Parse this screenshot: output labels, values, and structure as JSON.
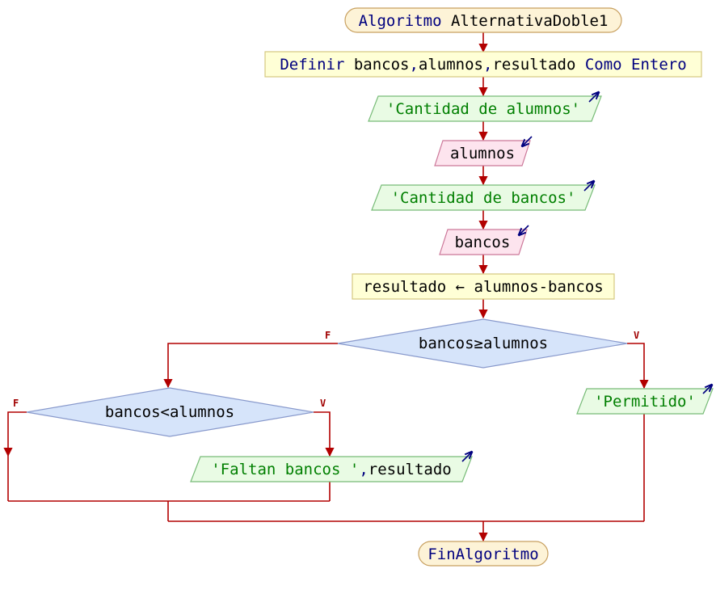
{
  "colors": {
    "line": "#b20000",
    "terminal_fill": "#fdf3d7",
    "terminal_stroke": "#c8a060",
    "process_fill": "#ffffd6",
    "process_stroke": "#d4c880",
    "output_fill": "#e9fbe4",
    "output_stroke": "#77bb77",
    "input_fill": "#fde4ee",
    "input_stroke": "#cc7799",
    "decision_fill": "#d6e4fa",
    "decision_stroke": "#8899cc",
    "keyword": "#00007f",
    "string": "#007f00",
    "io_arrow": "#00007f"
  },
  "nodes": {
    "start": {
      "kw": "Algoritmo ",
      "name": "AlternativaDoble1"
    },
    "define": {
      "kw1": "Definir ",
      "vars": "bancos",
      "sep1": ",",
      "vars2": "alumnos",
      "sep2": ",",
      "vars3": "resultado",
      "kw2": " Como Entero"
    },
    "out1": {
      "text": "'Cantidad de alumnos'"
    },
    "in1": {
      "text": "alumnos"
    },
    "out2": {
      "text": "'Cantidad de bancos'"
    },
    "in2": {
      "text": "bancos"
    },
    "assign": {
      "text": "resultado ← alumnos-bancos"
    },
    "dec1": {
      "text": "bancos≥alumnos",
      "false_label": "F",
      "true_label": "V"
    },
    "dec2": {
      "text": "bancos<alumnos",
      "false_label": "F",
      "true_label": "V"
    },
    "out_faltan": {
      "str": "'Faltan bancos '",
      "sep": ",",
      "var": "resultado"
    },
    "out_permitido": {
      "text": "'Permitido'"
    },
    "end": {
      "text": "FinAlgoritmo"
    }
  }
}
